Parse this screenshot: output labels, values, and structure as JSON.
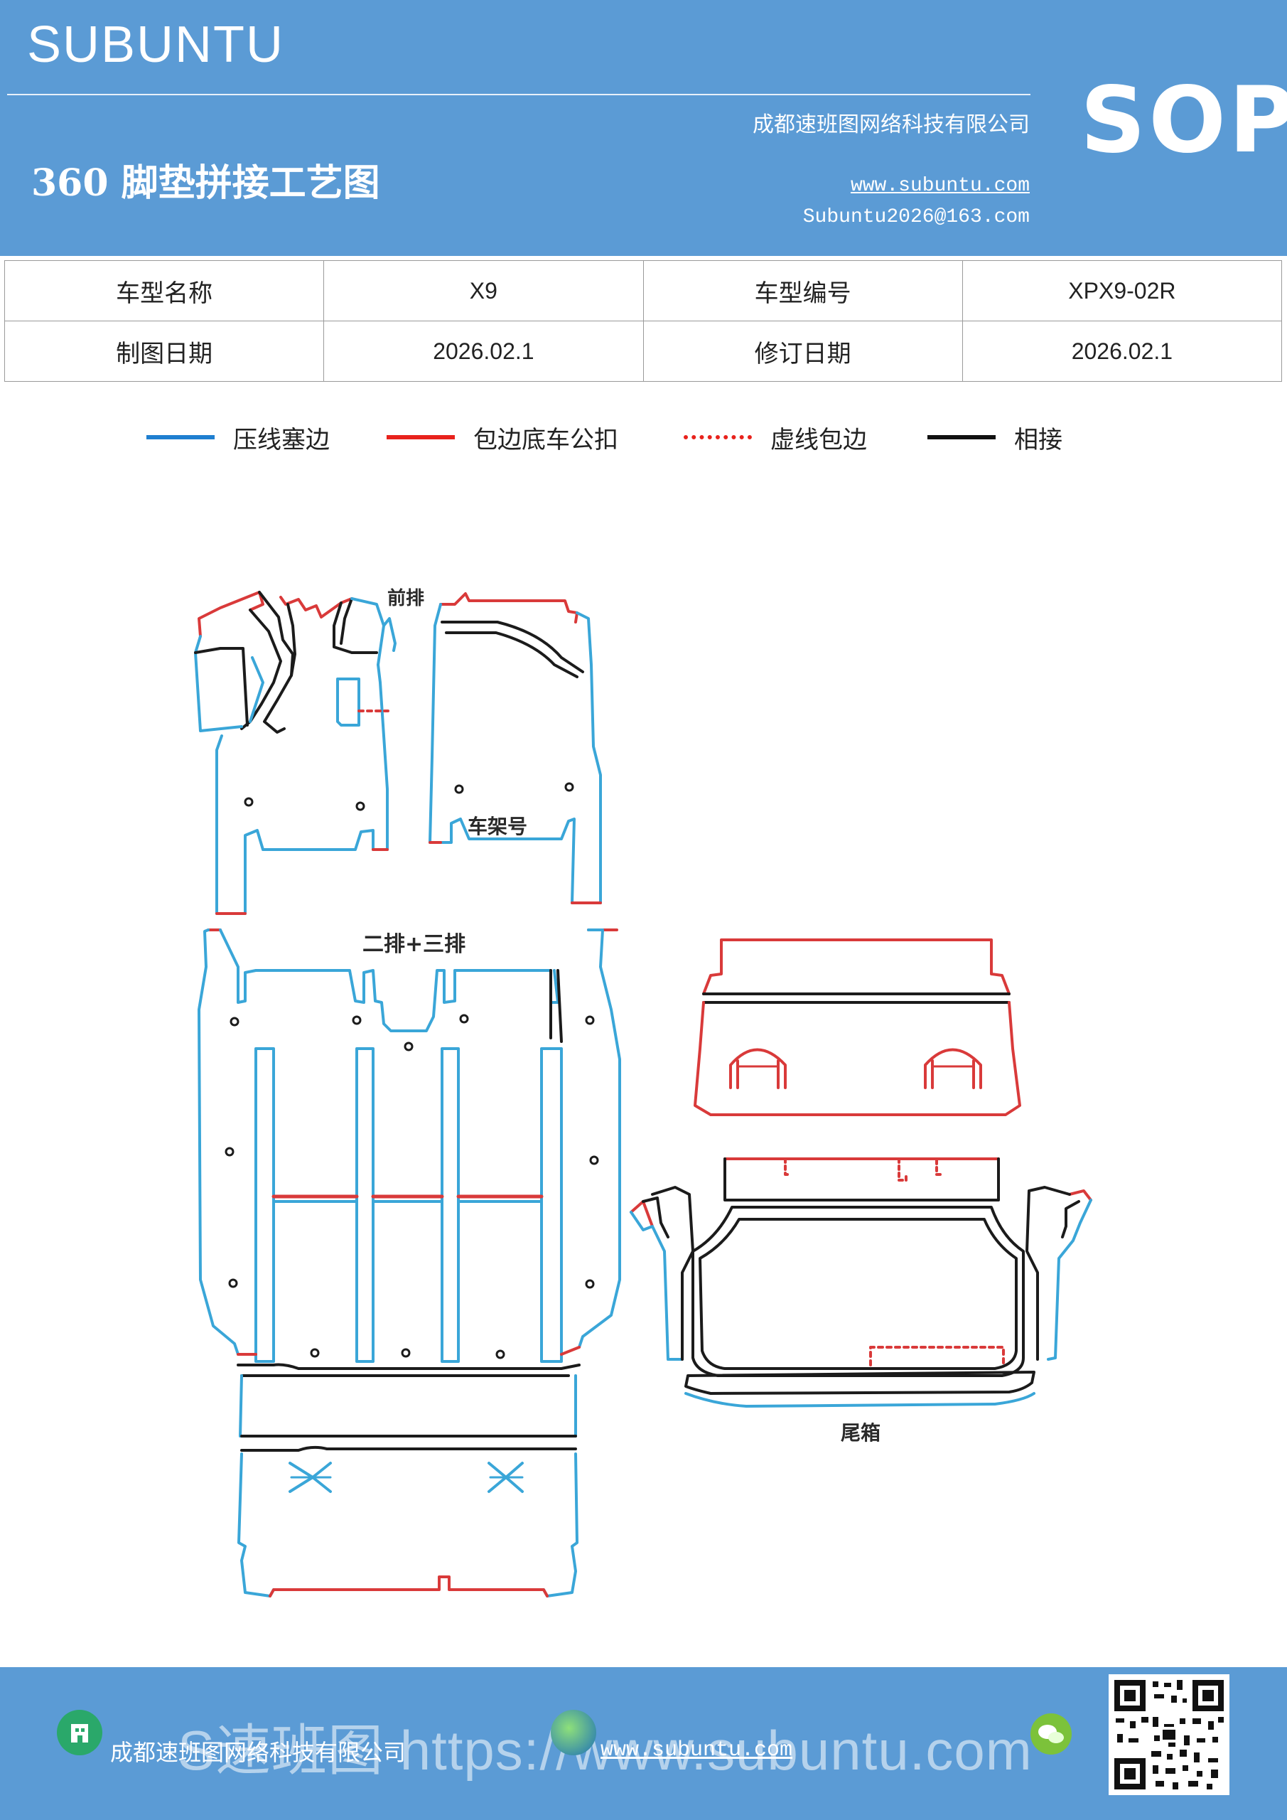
{
  "header": {
    "brand": "SUBUNTU",
    "company": "成都速班图网络科技有限公司",
    "title": "360 脚垫拼接工艺图",
    "website": "www.subuntu.com",
    "email": "Subuntu2026@163.com",
    "badge": "SOP"
  },
  "info_table": {
    "rows": [
      {
        "label1": "车型名称",
        "value1": "X9",
        "label2": "车型编号",
        "value2": "XPX9-02R"
      },
      {
        "label1": "制图日期",
        "value1": "2026.02.1",
        "label2": "修订日期",
        "value2": "2026.02.1"
      }
    ]
  },
  "legend": [
    {
      "label": "压线塞边",
      "color": "#1f7fd0",
      "style": "solid"
    },
    {
      "label": "包边底车公扣",
      "color": "#e8221c",
      "style": "solid"
    },
    {
      "label": "虚线包边",
      "color": "#e8221c",
      "style": "dashed"
    },
    {
      "label": "相接",
      "color": "#111111",
      "style": "solid"
    }
  ],
  "diagram": {
    "labels": {
      "front_row": "前排",
      "frame_number": "车架号",
      "second_third_row": "二排+三排",
      "trunk": "尾箱"
    },
    "colors": {
      "blue": "#3aa6d8",
      "red": "#d93a3a",
      "black": "#1b1b1b"
    }
  },
  "footer": {
    "company": "成都速班图网络科技有限公司",
    "url": "www.subuntu.com",
    "watermark": "S速班图 https://www.subuntu.com",
    "icons": [
      "building-icon",
      "globe-icon",
      "wechat-icon",
      "qr-code"
    ]
  }
}
